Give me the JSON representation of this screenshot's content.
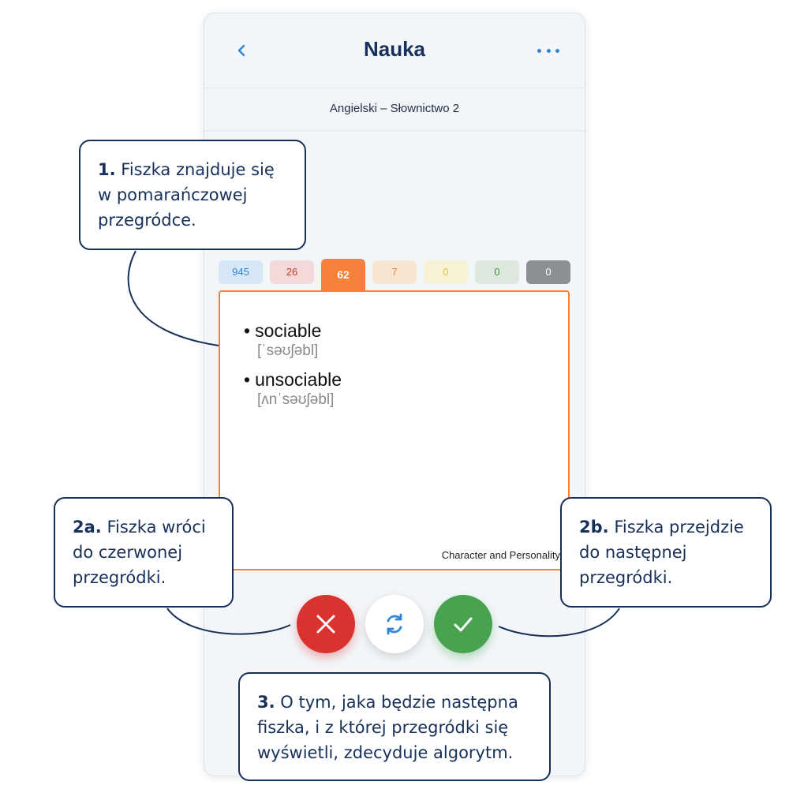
{
  "header": {
    "title": "Nauka",
    "back_icon": "chevron-left-icon",
    "more_icon": "more-horizontal-icon"
  },
  "deck": {
    "name": "Angielski – Słownictwo 2"
  },
  "boxes": [
    {
      "count": "945",
      "bg": "#d6e7f8",
      "fg": "#2f86d8"
    },
    {
      "count": "26",
      "bg": "#f5d8d8",
      "fg": "#c0392b"
    },
    {
      "count": "62",
      "bg": "#f5813b",
      "fg": "#ffffff",
      "active": true
    },
    {
      "count": "7",
      "bg": "#f8e5d2",
      "fg": "#e58a2c"
    },
    {
      "count": "0",
      "bg": "#f7f2d3",
      "fg": "#e3c21e"
    },
    {
      "count": "0",
      "bg": "#dde9de",
      "fg": "#3e8f45"
    },
    {
      "count": "0",
      "bg": "#8b9095",
      "fg": "#ffffff"
    }
  ],
  "card": {
    "terms": [
      {
        "word": "sociable",
        "phonetic": "[ˈsəʊʃəbl]"
      },
      {
        "word": "unsociable",
        "phonetic": "[ʌnˈsəʊʃəbl]"
      }
    ],
    "category": "Character and Personality"
  },
  "actions": {
    "wrong_icon": "close-icon",
    "repeat_icon": "refresh-icon",
    "right_icon": "check-icon"
  },
  "callouts": {
    "c1": {
      "num": "1.",
      "text": "Fiszka znajduje się w pomarańczowej przegródce."
    },
    "c2a": {
      "num": "2a.",
      "text": "Fiszka wróci do czerwonej przegródki."
    },
    "c2b": {
      "num": "2b.",
      "text": "Fiszka przejdzie do następnej przegródki."
    },
    "c3": {
      "num": "3.",
      "text": "O tym, jaka będzie następna fiszka, i z której przegródki się wyświetli, zdecyduje algorytm."
    }
  },
  "colors": {
    "accent": "#2f86d8",
    "navy": "#17305a",
    "orange": "#f5813b",
    "red": "#d9322f",
    "green": "#48a24f"
  }
}
